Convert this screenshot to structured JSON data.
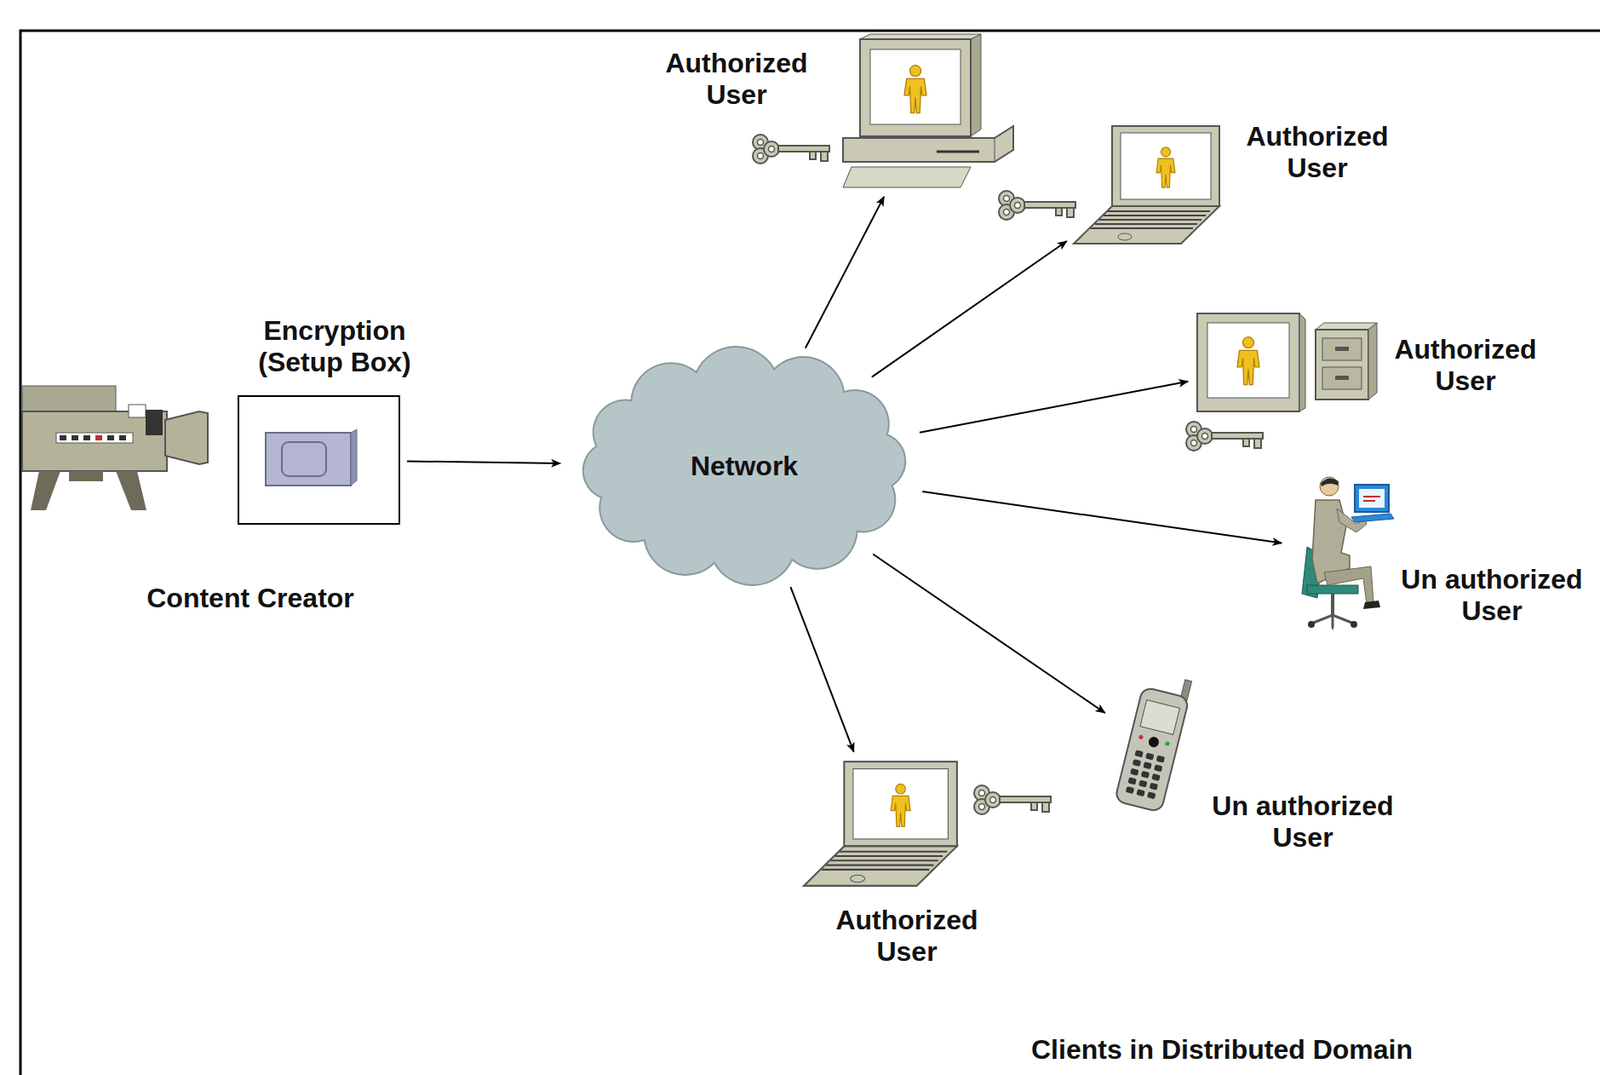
{
  "diagram": {
    "nodes": [
      {
        "text": [
          "Content Creator"
        ]
      },
      {
        "text": [
          "Encryption (Setup Box)"
        ]
      },
      {
        "text": [
          "Network"
        ]
      },
      {
        "text": [
          "Authorized User"
        ]
      },
      {
        "text": [
          "Authorized User"
        ]
      },
      {
        "text": [
          "Authorized User"
        ]
      },
      {
        "text": [
          "Un authorized User"
        ]
      },
      {
        "text": [
          "Un authorized User"
        ]
      },
      {
        "text": [
          "Authorized User"
        ]
      }
    ],
    "edges": [
      {
        "from": 1,
        "to": 2,
        "arrow": "to"
      },
      {
        "from": 2,
        "to": 3,
        "arrow": "to"
      },
      {
        "from": 2,
        "to": 4,
        "arrow": "to"
      },
      {
        "from": 2,
        "to": 5,
        "arrow": "to"
      },
      {
        "from": 2,
        "to": 6,
        "arrow": "to"
      },
      {
        "from": 2,
        "to": 7,
        "arrow": "to"
      },
      {
        "from": 2,
        "to": 8,
        "arrow": "to"
      }
    ],
    "labels": [
      "Clients in Distributed Domain"
    ]
  }
}
